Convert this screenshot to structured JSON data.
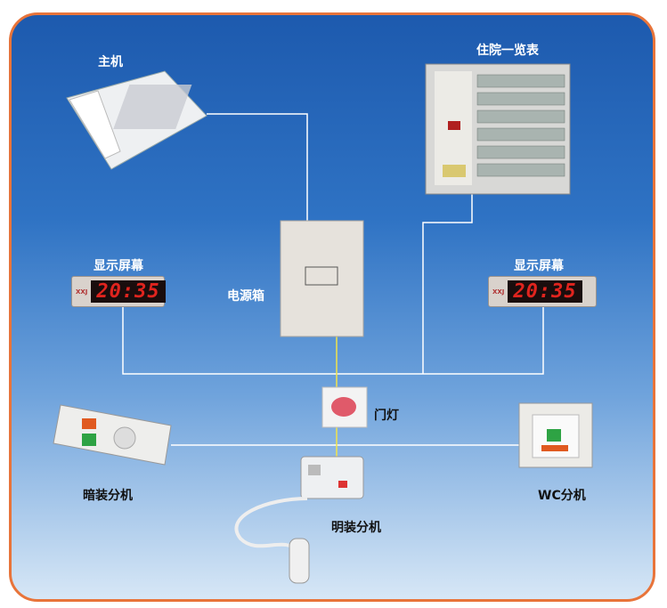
{
  "labels": {
    "host": "主机",
    "ward_board": "住院一览表",
    "display_left": "显示屏幕",
    "display_right": "显示屏幕",
    "power_box": "电源箱",
    "door_light": "门灯",
    "flush_extension": "暗装分机",
    "surface_extension": "明装分机",
    "wc_extension": "WC分机"
  },
  "display": {
    "time": "20:35",
    "logo": "XXJ"
  },
  "colors": {
    "frame_border": "#e8743a",
    "bus_line": "#ffffff",
    "power_line": "#f2e34a"
  }
}
